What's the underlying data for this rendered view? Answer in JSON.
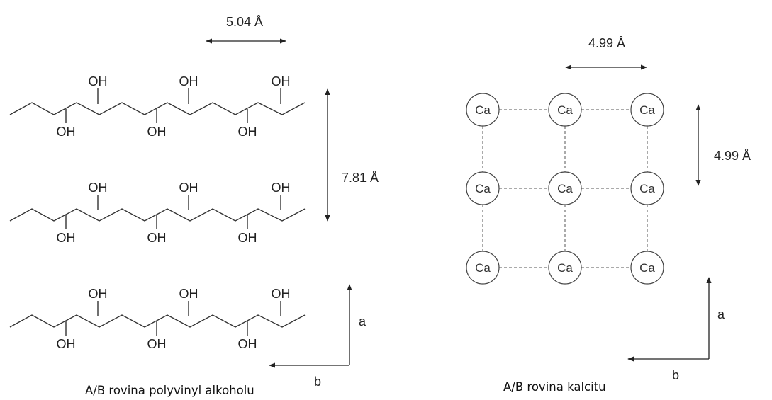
{
  "pva": {
    "spacing_b": "5.04 Å",
    "spacing_a": "7.81 Å",
    "hydroxyl_label": "OH",
    "axis_a": "a",
    "axis_b": "b",
    "caption": "A/B rovina polyvinyl alkoholu",
    "chain_count": 3
  },
  "calcite": {
    "spacing_b": "4.99 Å",
    "spacing_a": "4.99 Å",
    "atom_label": "Ca",
    "grid_rows": 3,
    "grid_cols": 3,
    "axis_a": "a",
    "axis_b": "b",
    "caption": "A/B rovina kalcitu"
  }
}
